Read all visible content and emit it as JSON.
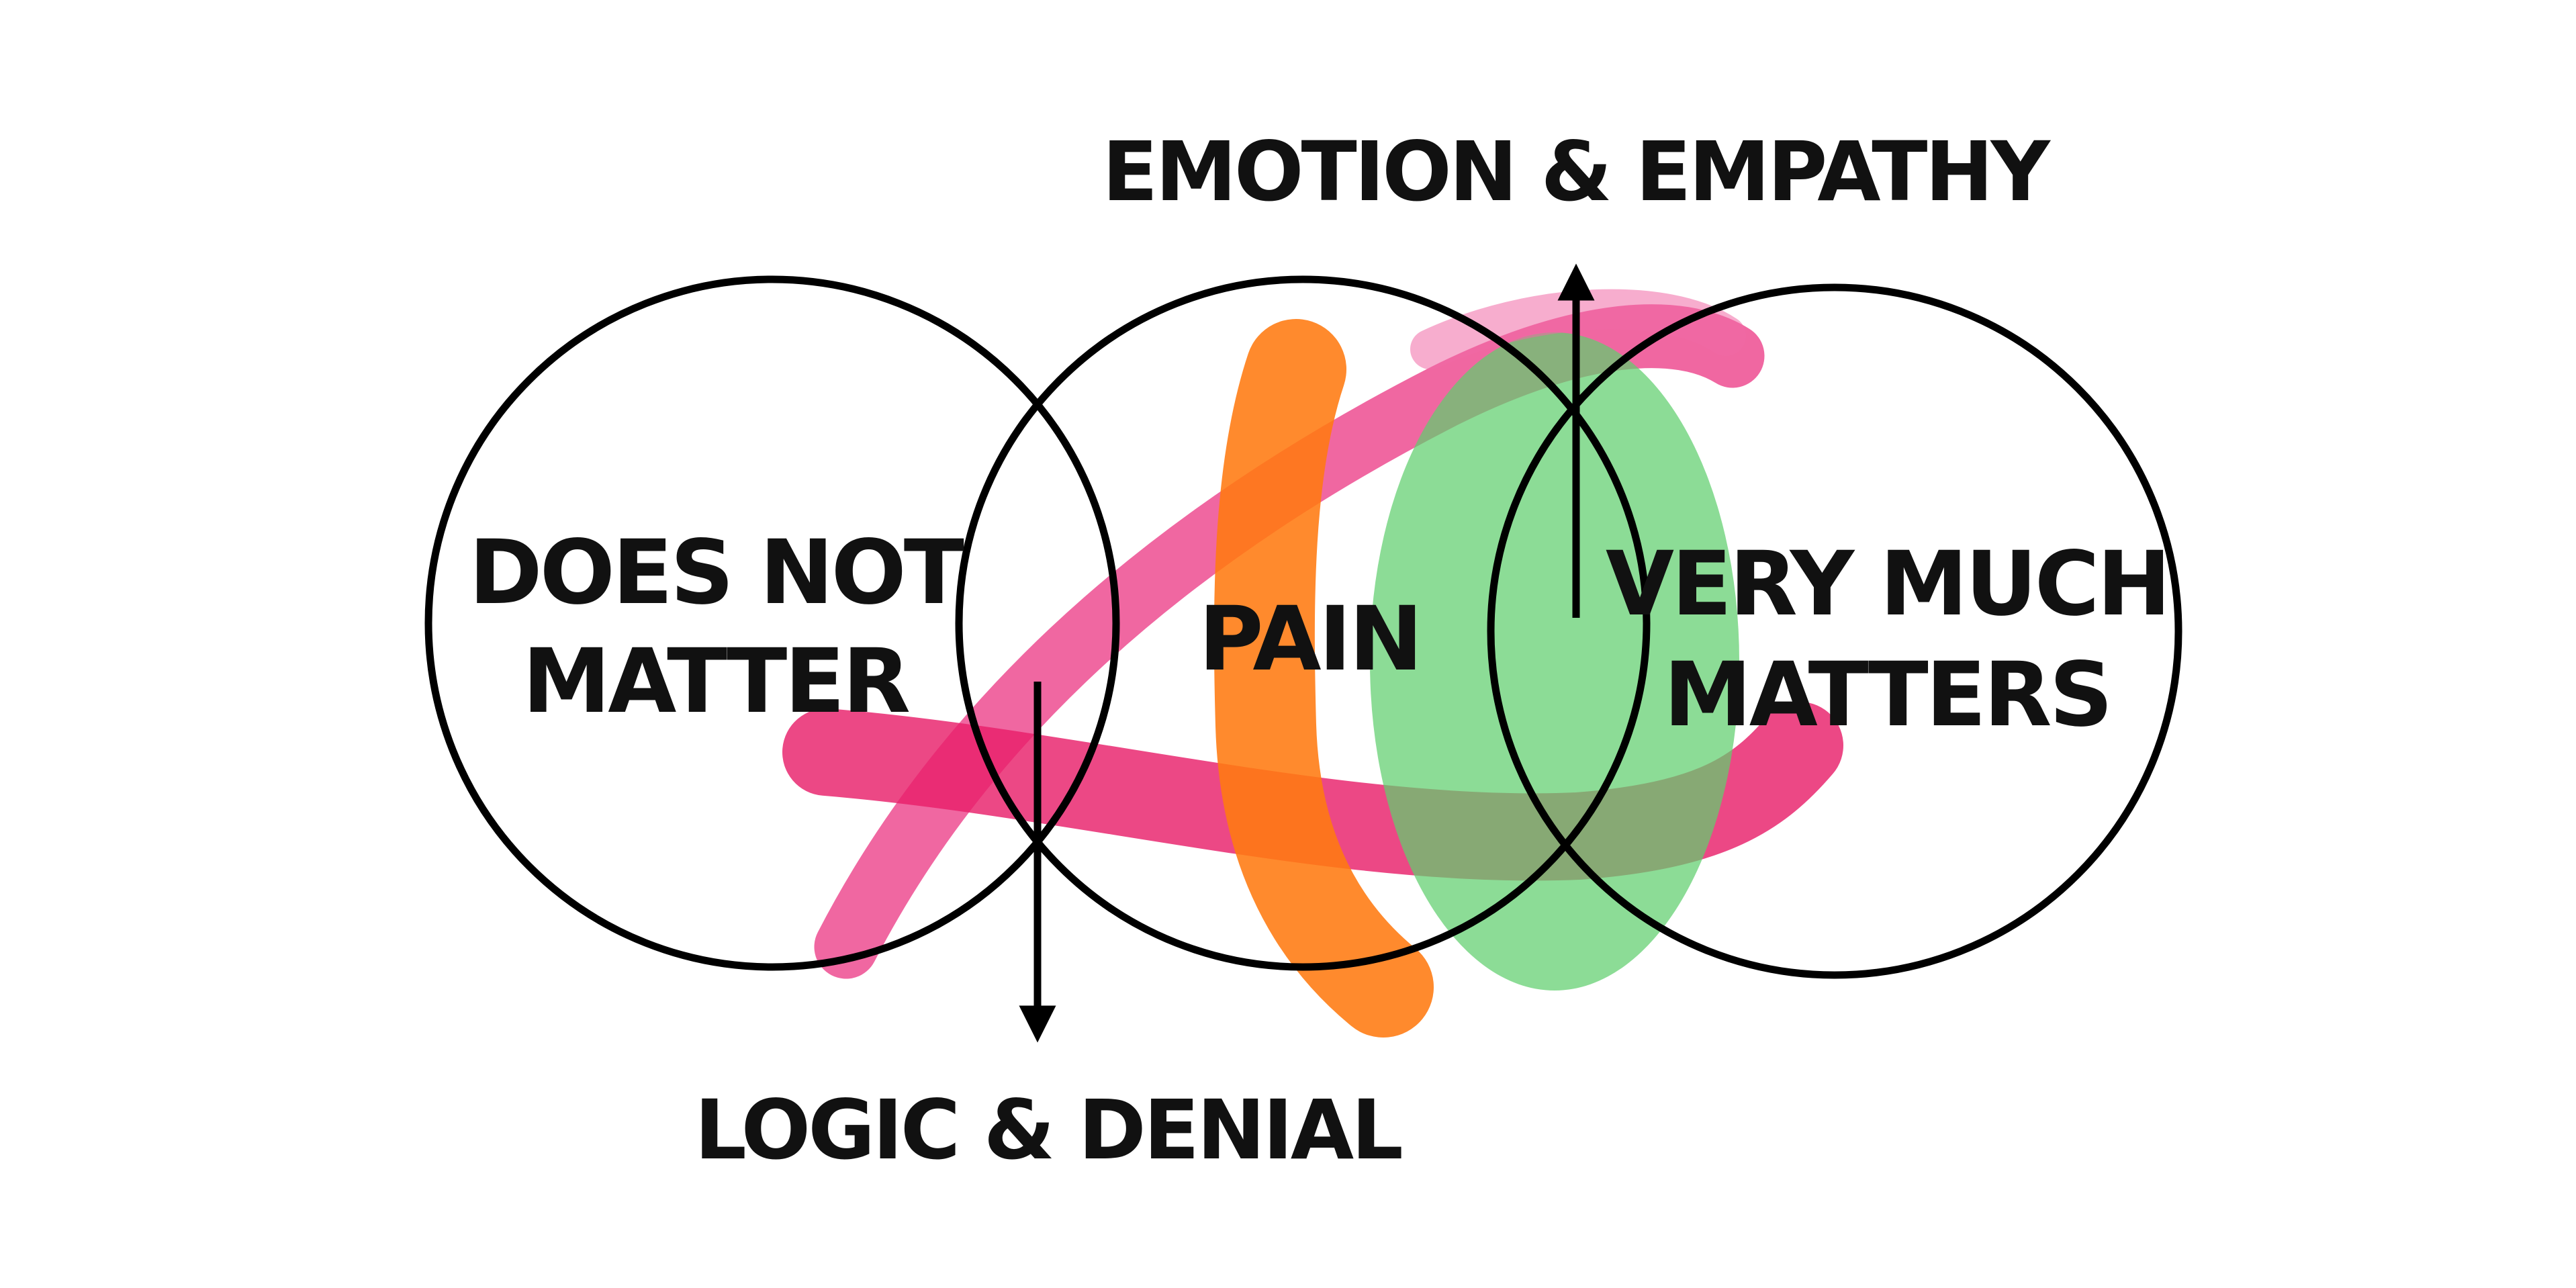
{
  "diagram": {
    "circles": [
      {
        "name": "does-not-matter-circle",
        "label_lines": [
          "DOES NOT",
          "MATTER"
        ]
      },
      {
        "name": "pain-circle",
        "label_lines": [
          "PAIN"
        ]
      },
      {
        "name": "very-much-matters-circle",
        "label_lines": [
          "VERY MUCH",
          "MATTERS"
        ]
      }
    ],
    "arrows": {
      "up_label": "EMOTION & EMPATHY",
      "down_label": "LOGIC & DENIAL"
    },
    "strokes": {
      "pink": "#e8206a",
      "orange": "#ff7a10",
      "green": "#5fcf6e"
    },
    "colors": {
      "outline": "#000000",
      "text": "#111111",
      "background": "#ffffff"
    }
  }
}
